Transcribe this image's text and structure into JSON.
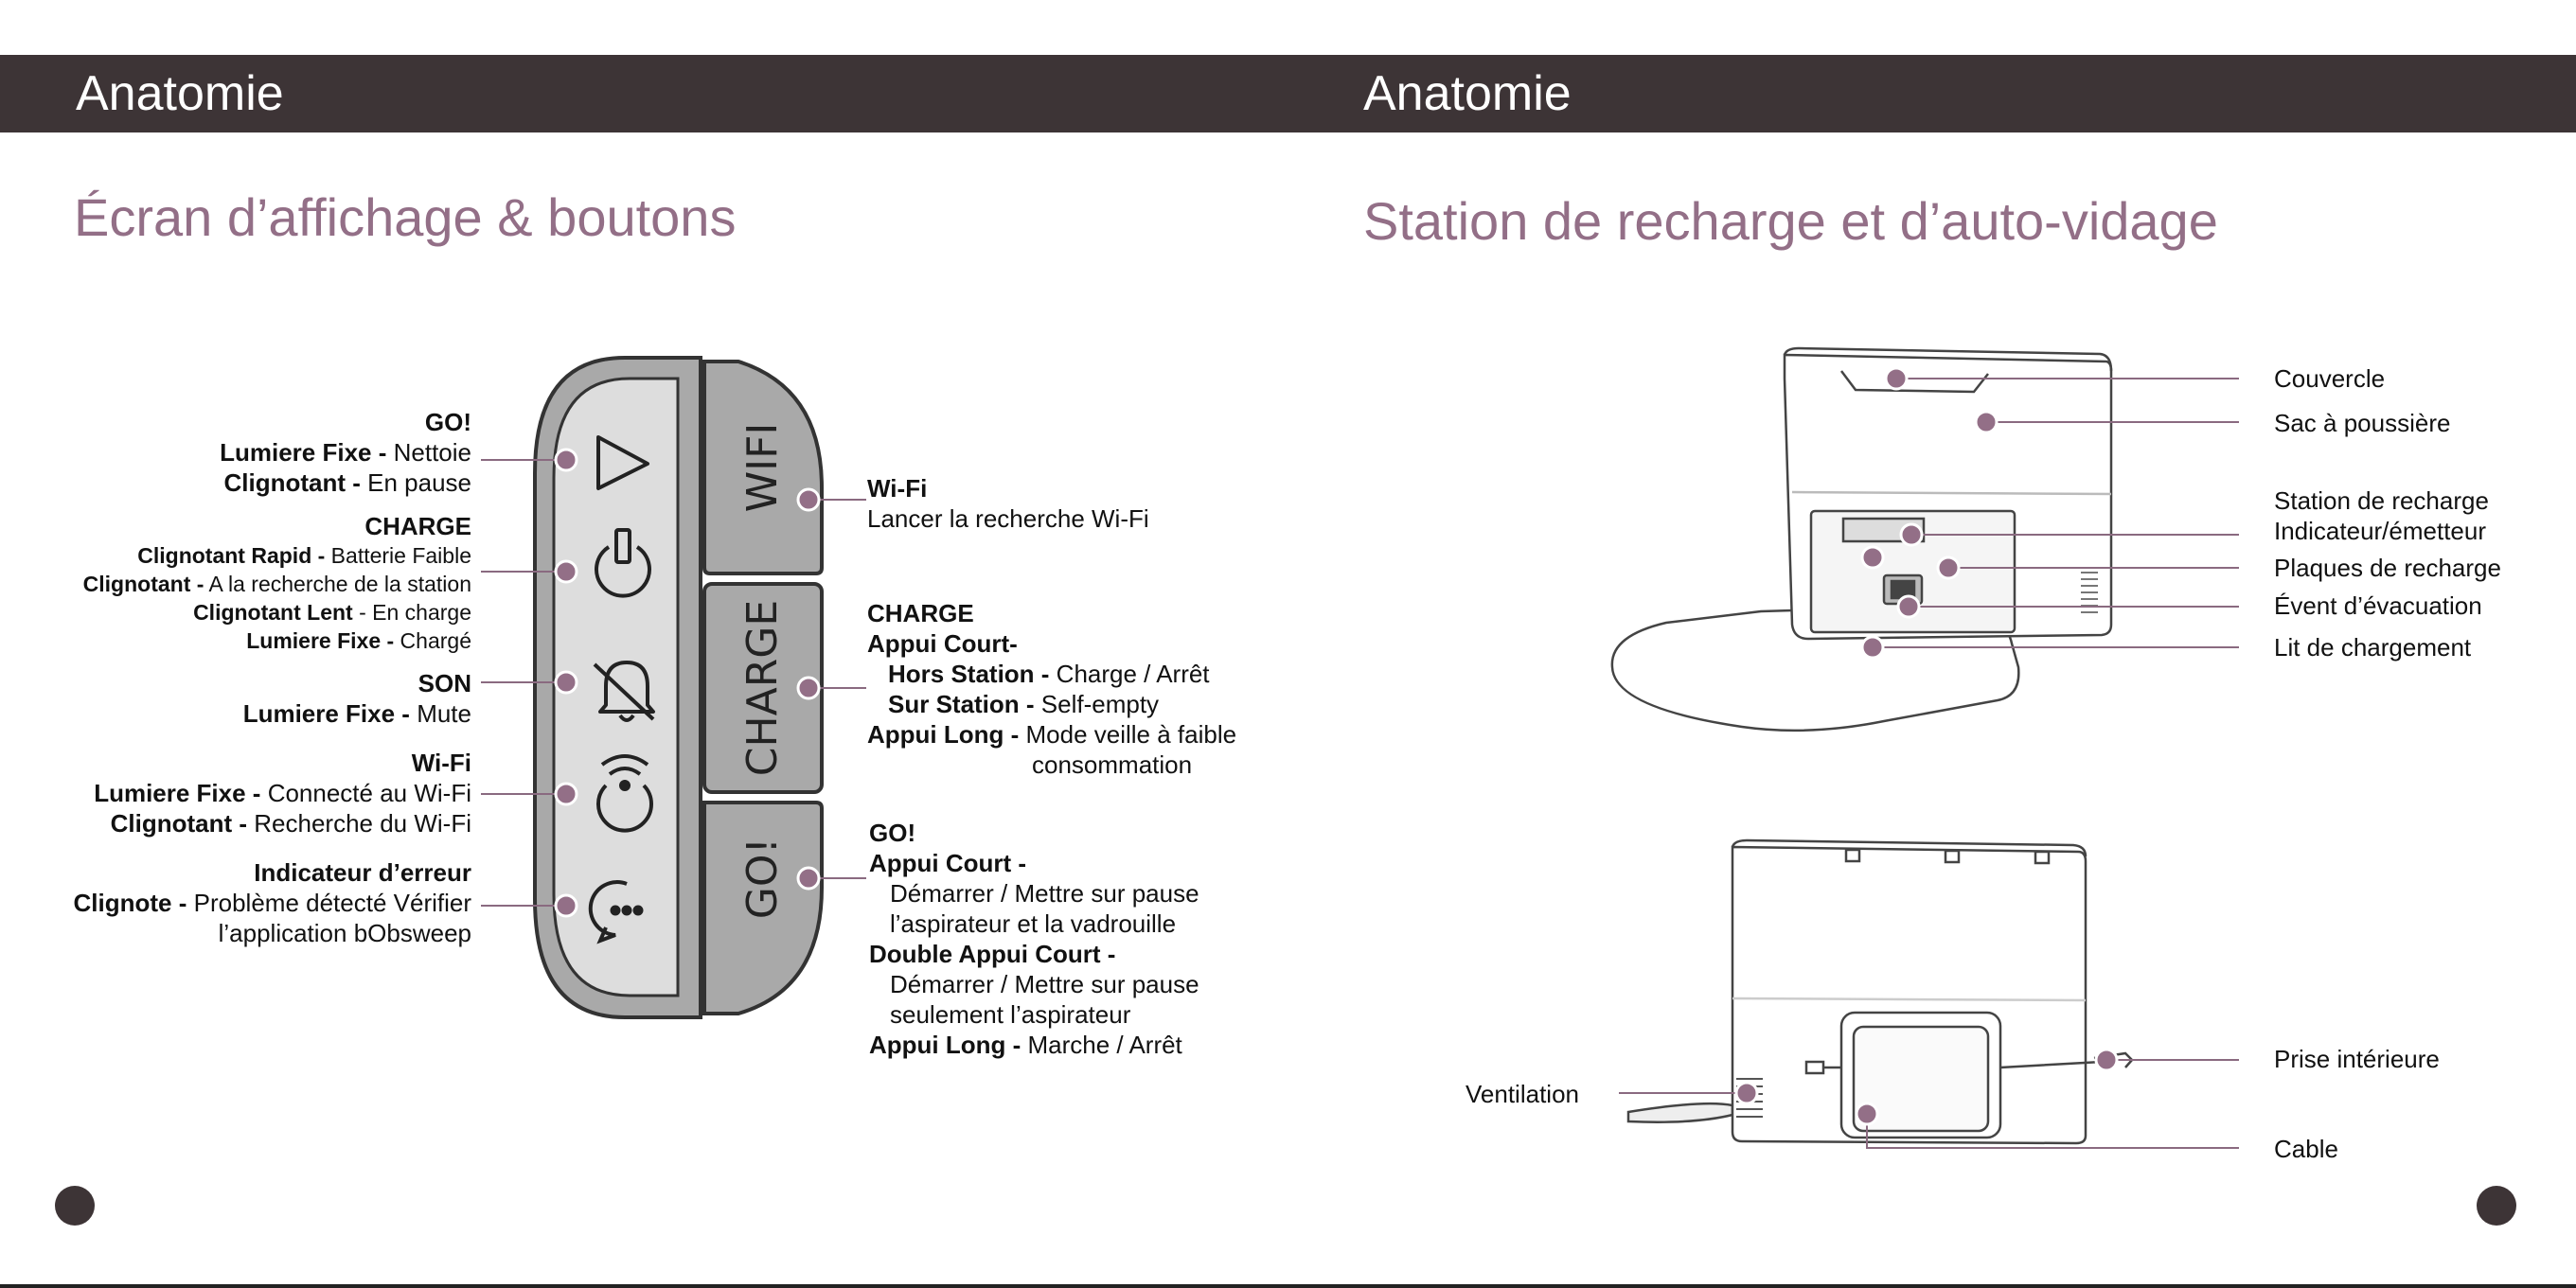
{
  "colors": {
    "header_bg": "#3d3436",
    "accent": "#936f87",
    "dot": "#936f87"
  },
  "left": {
    "header": "Anatomie",
    "title": "Écran d’affichage & boutons",
    "panel_buttons": [
      "WIFI",
      "CHARGE",
      "GO!"
    ],
    "icons": [
      "play-triangle-icon",
      "battery-power-icon",
      "mute-bell-icon",
      "wifi-power-icon",
      "error-chat-icon"
    ],
    "go": {
      "title": "GO!",
      "l1b": "Lumiere Fixe -",
      "l1": " Nettoie",
      "l2b": "Clignotant -",
      "l2": " En pause"
    },
    "charge": {
      "title": "CHARGE",
      "l1b": "Clignotant Rapid -",
      "l1": " Batterie Faible",
      "l2b": "Clignotant -",
      "l2": " A la recherche de la station",
      "l3b": "Clignotant Lent",
      "l3": "  - En charge",
      "l4b": "Lumiere Fixe -",
      "l4": " Chargé"
    },
    "son": {
      "title": "SON",
      "l1b": "Lumiere Fixe -",
      "l1": " Mute"
    },
    "wifi": {
      "title": "Wi-Fi",
      "l1b": "Lumiere Fixe -",
      "l1": " Connecté au Wi-Fi",
      "l2b": "Clignotant -",
      "l2": " Recherche du Wi-Fi"
    },
    "error": {
      "title": "Indicateur d’erreur",
      "l1b": "Clignote -",
      "l1": " Problème détecté Vérifier",
      "l2": "l’application bObsweep"
    },
    "wifi_btn": {
      "title": "Wi-Fi",
      "l1": "Lancer la recherche Wi-Fi"
    },
    "charge_btn": {
      "title": "CHARGE",
      "l1": "Appui Court-",
      "l2b": "Hors Station -",
      "l2": " Charge / Arrêt",
      "l3b": "Sur Station -",
      "l3": " Self-empty",
      "l4b": "Appui Long -",
      "l4": " Mode veille à faible",
      "l5": "consommation"
    },
    "go_btn": {
      "title": "GO!",
      "l1": "Appui Court -",
      "l2": "Démarrer / Mettre sur pause",
      "l3": "l’aspirateur et la vadrouille",
      "l4": "Double Appui Court -",
      "l5": "Démarrer / Mettre sur pause",
      "l6": "seulement l’aspirateur",
      "l7b": "Appui Long -",
      "l7": " Marche / Arrêt"
    }
  },
  "right": {
    "header": "Anatomie",
    "title": "Station de recharge et d’auto-vidage",
    "labels": {
      "couvercle": "Couvercle",
      "sac": "Sac à poussière",
      "station1": "Station de recharge",
      "station2": "Indicateur/émetteur",
      "plaques": "Plaques de recharge",
      "event": "Évent d’évacuation",
      "lit": "Lit de chargement",
      "prise": "Prise intérieure",
      "cable": "Cable",
      "ventilation": "Ventilation"
    }
  }
}
